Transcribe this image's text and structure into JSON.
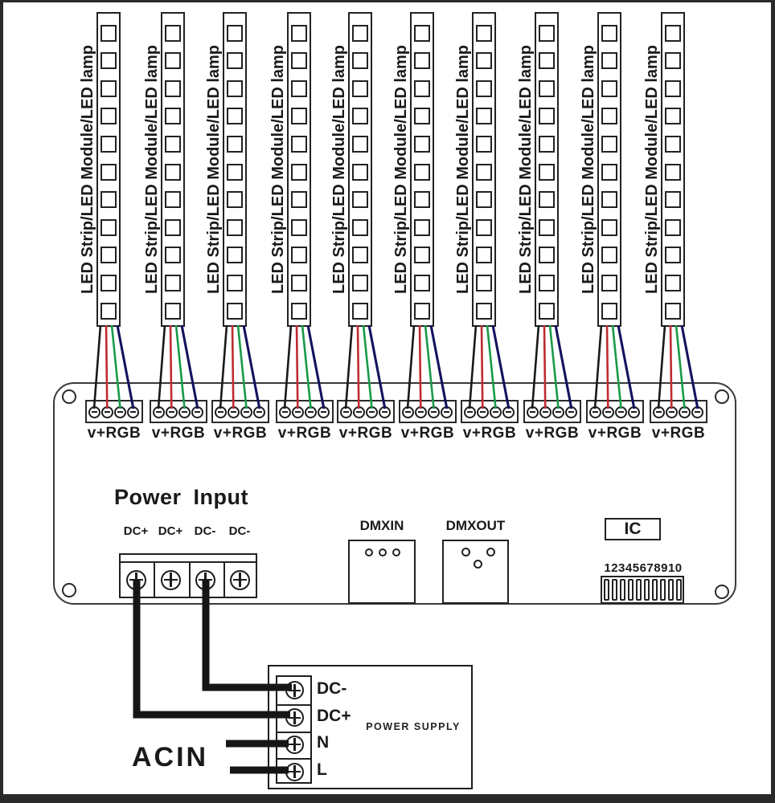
{
  "led_strips": {
    "count": 10,
    "label": "LED Strip/LED Module/LED lamp",
    "cells_per_strip": 11,
    "connector_label": "v+RGB",
    "wire_colors": {
      "black": "#191919",
      "red": "#bf2b30",
      "green": "#199a48",
      "blue": "#14125e"
    }
  },
  "controller": {
    "power_input": {
      "title": "Power Input",
      "terminal_labels": [
        "DC+",
        "DC+",
        "DC-",
        "DC-"
      ]
    },
    "dmx_in": {
      "label": "DMXIN"
    },
    "dmx_out": {
      "label": "DMXOUT"
    },
    "ic": {
      "label": "IC"
    },
    "dip_switch": {
      "label": "12345678910",
      "positions": 10
    }
  },
  "power_supply": {
    "name": "POWER SUPPLY",
    "terminal_labels": [
      "DC-",
      "DC+",
      "N",
      "L"
    ],
    "ac_input_label": "ACIN"
  }
}
